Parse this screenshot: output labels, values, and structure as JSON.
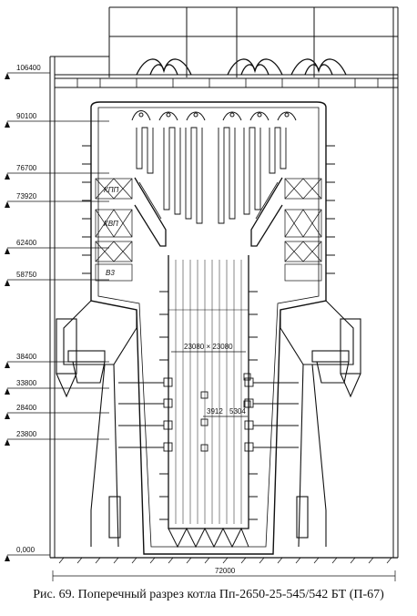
{
  "levels": [
    "106400",
    "90100",
    "76700",
    "73920",
    "62400",
    "58750",
    "38400",
    "33800",
    "28400",
    "23800",
    "0,000"
  ],
  "labels": {
    "kpp": "КПП",
    "kvp": "КВП",
    "v3": "В3"
  },
  "dims": {
    "furnace": "23080 × 23080",
    "left": "3912",
    "right": "5304",
    "width": "72000"
  },
  "caption": "Рис. 69. Поперечный разрез котла Пп-2650-25-545/542 БТ (П-67)"
}
